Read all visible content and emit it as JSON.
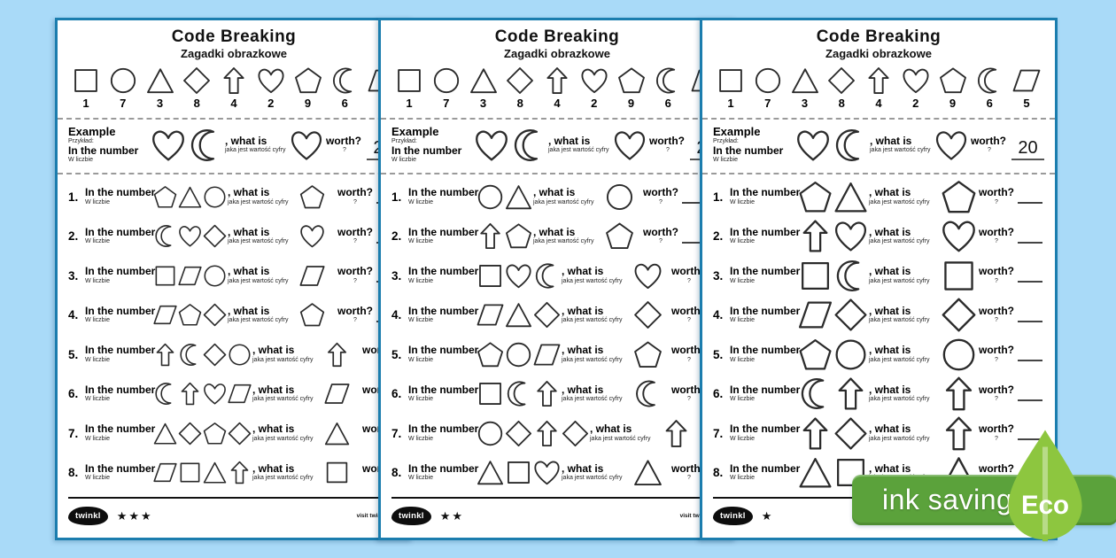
{
  "background_color": "#a9daf8",
  "page": {
    "title": "Code Breaking",
    "subtitle": "Zagadki obrazkowe",
    "key": {
      "shapes": [
        "square",
        "circle",
        "triangle",
        "diamond",
        "arrow",
        "heart",
        "pentagon",
        "moon",
        "parallelogram"
      ],
      "values": [
        "1",
        "7",
        "3",
        "8",
        "4",
        "2",
        "9",
        "6",
        "5"
      ]
    },
    "labels": {
      "example_en": "Example",
      "example_pl": "Przykład:",
      "in_the_number_en": "In the number",
      "in_the_number_pl": "W liczbie",
      "what_is_en": ", what is",
      "what_is_pl": "jaka jest wartość cyfry",
      "worth_en": "worth?",
      "worth_pl": "?",
      "visit": "visit twinkl.com",
      "logo": "twinkl"
    },
    "example": {
      "shapes": [
        "heart",
        "moon"
      ],
      "target": "heart",
      "answer": "20"
    }
  },
  "pages": [
    {
      "stars": "★★★",
      "questions": [
        {
          "num": "1.",
          "shapes": [
            "pentagon",
            "triangle",
            "circle"
          ],
          "target": "pentagon"
        },
        {
          "num": "2.",
          "shapes": [
            "moon",
            "heart",
            "diamond"
          ],
          "target": "heart"
        },
        {
          "num": "3.",
          "shapes": [
            "square",
            "parallelogram",
            "circle"
          ],
          "target": "parallelogram"
        },
        {
          "num": "4.",
          "shapes": [
            "parallelogram",
            "pentagon",
            "diamond"
          ],
          "target": "pentagon"
        },
        {
          "num": "5.",
          "shapes": [
            "arrow",
            "moon",
            "diamond",
            "circle"
          ],
          "target": "arrow"
        },
        {
          "num": "6.",
          "shapes": [
            "moon",
            "arrow",
            "heart",
            "parallelogram"
          ],
          "target": "parallelogram"
        },
        {
          "num": "7.",
          "shapes": [
            "triangle",
            "diamond",
            "pentagon",
            "diamond"
          ],
          "target": "triangle"
        },
        {
          "num": "8.",
          "shapes": [
            "parallelogram",
            "square",
            "triangle",
            "arrow"
          ],
          "target": "square"
        }
      ]
    },
    {
      "stars": "★★",
      "questions": [
        {
          "num": "1.",
          "shapes": [
            "circle",
            "triangle"
          ],
          "target": "circle"
        },
        {
          "num": "2.",
          "shapes": [
            "arrow",
            "pentagon"
          ],
          "target": "pentagon"
        },
        {
          "num": "3.",
          "shapes": [
            "square",
            "heart",
            "moon"
          ],
          "target": "heart"
        },
        {
          "num": "4.",
          "shapes": [
            "parallelogram",
            "triangle",
            "diamond"
          ],
          "target": "diamond"
        },
        {
          "num": "5.",
          "shapes": [
            "pentagon",
            "circle",
            "parallelogram"
          ],
          "target": "pentagon"
        },
        {
          "num": "6.",
          "shapes": [
            "square",
            "moon",
            "arrow"
          ],
          "target": "moon"
        },
        {
          "num": "7.",
          "shapes": [
            "circle",
            "diamond",
            "arrow",
            "diamond"
          ],
          "target": "arrow"
        },
        {
          "num": "8.",
          "shapes": [
            "triangle",
            "square",
            "heart"
          ],
          "target": "triangle"
        }
      ]
    },
    {
      "stars": "★",
      "questions": [
        {
          "num": "1.",
          "shapes": [
            "pentagon",
            "triangle"
          ],
          "target": "pentagon"
        },
        {
          "num": "2.",
          "shapes": [
            "arrow",
            "heart"
          ],
          "target": "heart"
        },
        {
          "num": "3.",
          "shapes": [
            "square",
            "moon"
          ],
          "target": "square"
        },
        {
          "num": "4.",
          "shapes": [
            "parallelogram",
            "diamond"
          ],
          "target": "diamond"
        },
        {
          "num": "5.",
          "shapes": [
            "pentagon",
            "circle"
          ],
          "target": "circle"
        },
        {
          "num": "6.",
          "shapes": [
            "moon",
            "arrow"
          ],
          "target": "arrow"
        },
        {
          "num": "7.",
          "shapes": [
            "arrow",
            "diamond"
          ],
          "target": "arrow"
        },
        {
          "num": "8.",
          "shapes": [
            "triangle",
            "square"
          ],
          "target": "triangle"
        }
      ]
    }
  ],
  "badge": {
    "ink_saving": "ink saving",
    "eco": "Eco",
    "banner_color": "#5ba23b",
    "leaf_color": "#8dc63f"
  }
}
